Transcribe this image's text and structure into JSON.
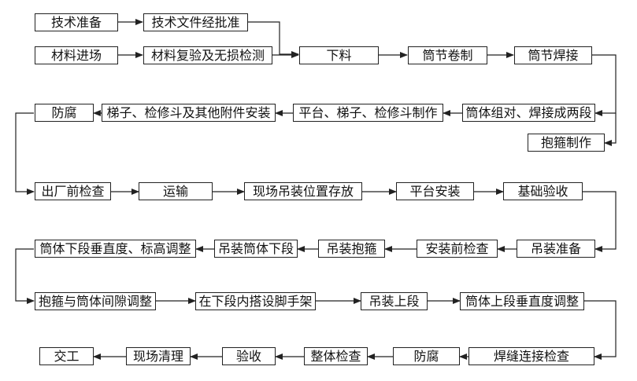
{
  "steps": {
    "tech_prep": "技术准备",
    "tech_doc_approval": "技术文件经批准",
    "material_entry": "材料进场",
    "material_recheck": "材料复验及无损检测",
    "blanking": "下料",
    "section_rolling": "筒节卷制",
    "section_welding": "筒节焊接",
    "anticorrosion_1": "防腐",
    "ladder_install": "梯子、检修斗及其他附件安装",
    "platform_make": "平台、梯子、检修斗制作",
    "shell_assembly": "筒体组对、焊接成两段",
    "hoop_make": "抱箍制作",
    "factory_inspect": "出厂前检查",
    "transport": "运输",
    "site_storage": "现场吊装位置存放",
    "platform_install": "平台安装",
    "foundation_accept": "基础验收",
    "shell_lower_adjust": "筒体下段垂直度、标高调整",
    "lift_lower": "吊装筒体下段",
    "lift_hoop": "吊装抱箍",
    "pre_install_check": "安装前检查",
    "lift_prep": "吊装准备",
    "hoop_gap_adjust": "抱箍与筒体间隙调整",
    "scaffold": "在下段内搭设脚手架",
    "lift_upper": "吊装上段",
    "shell_upper_adjust": "筒体上段垂直度调整",
    "handover": "交工",
    "site_clean": "现场清理",
    "acceptance": "验收",
    "overall_check": "整体检查",
    "anticorrosion_2": "防腐",
    "seam_check": "焊缝连接检查"
  },
  "colors": {
    "line": "#222222",
    "box_border": "#222222",
    "text": "#111111"
  }
}
